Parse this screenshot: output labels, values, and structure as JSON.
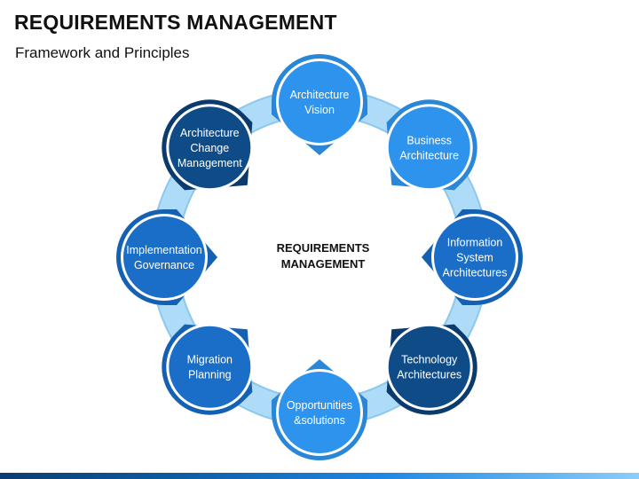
{
  "header": {
    "title": "REQUIREMENTS MANAGEMENT",
    "subtitle": "Framework and Principles"
  },
  "center": {
    "line1": "REQUIREMENTS",
    "line2": "MANAGEMENT"
  },
  "colors": {
    "ring": "#aedcf8",
    "ring_edge": "#8cc8ee",
    "light_node": "#2d93ec",
    "light_tab": "#2a86d6",
    "mid_node": "#1a6ec8",
    "mid_tab": "#1461b4",
    "dark_node": "#0f4c87",
    "dark_tab": "#0b3b6c",
    "node_outline": "#ffffff"
  },
  "nodes": [
    {
      "id": "architecture-vision",
      "lines": [
        "Architecture",
        "Vision"
      ],
      "tone": "light"
    },
    {
      "id": "business-architecture",
      "lines": [
        "Business",
        "Architecture"
      ],
      "tone": "light"
    },
    {
      "id": "information-system-architectures",
      "lines": [
        "Information",
        "System",
        "Architectures"
      ],
      "tone": "mid"
    },
    {
      "id": "technology-architectures",
      "lines": [
        "Technology",
        "Architectures"
      ],
      "tone": "dark"
    },
    {
      "id": "opportunities-solutions",
      "lines": [
        "Opportunities",
        "&solutions"
      ],
      "tone": "light"
    },
    {
      "id": "migration-planning",
      "lines": [
        "Migration",
        "Planning"
      ],
      "tone": "mid"
    },
    {
      "id": "implementation-governance",
      "lines": [
        "Implementation",
        "Governance"
      ],
      "tone": "mid"
    },
    {
      "id": "architecture-change-management",
      "lines": [
        "Architecture",
        "Change",
        "Management"
      ],
      "tone": "dark"
    }
  ]
}
